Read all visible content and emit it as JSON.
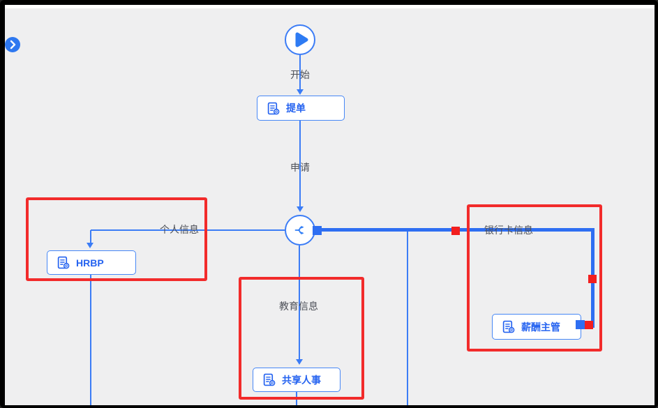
{
  "colors": {
    "canvas_bg": "#efeff0",
    "line_blue": "#3b7cf6",
    "node_border_blue": "#4687f6",
    "node_text_blue": "#2563f0",
    "selected_edge_blue": "#2e6ef2",
    "highlight_red": "#f22b2b",
    "frame_black": "#000000"
  },
  "flow": {
    "start_label": "开始",
    "submit_node_label": "提单",
    "apply_edge_label": "申请",
    "branches": {
      "personal": {
        "condition": "个人信息",
        "approver": "HRBP"
      },
      "education": {
        "condition": "教育信息",
        "approver": "共享人事"
      },
      "bank_card": {
        "condition": "银行卡信息",
        "approver": "薪酬主管"
      }
    }
  }
}
